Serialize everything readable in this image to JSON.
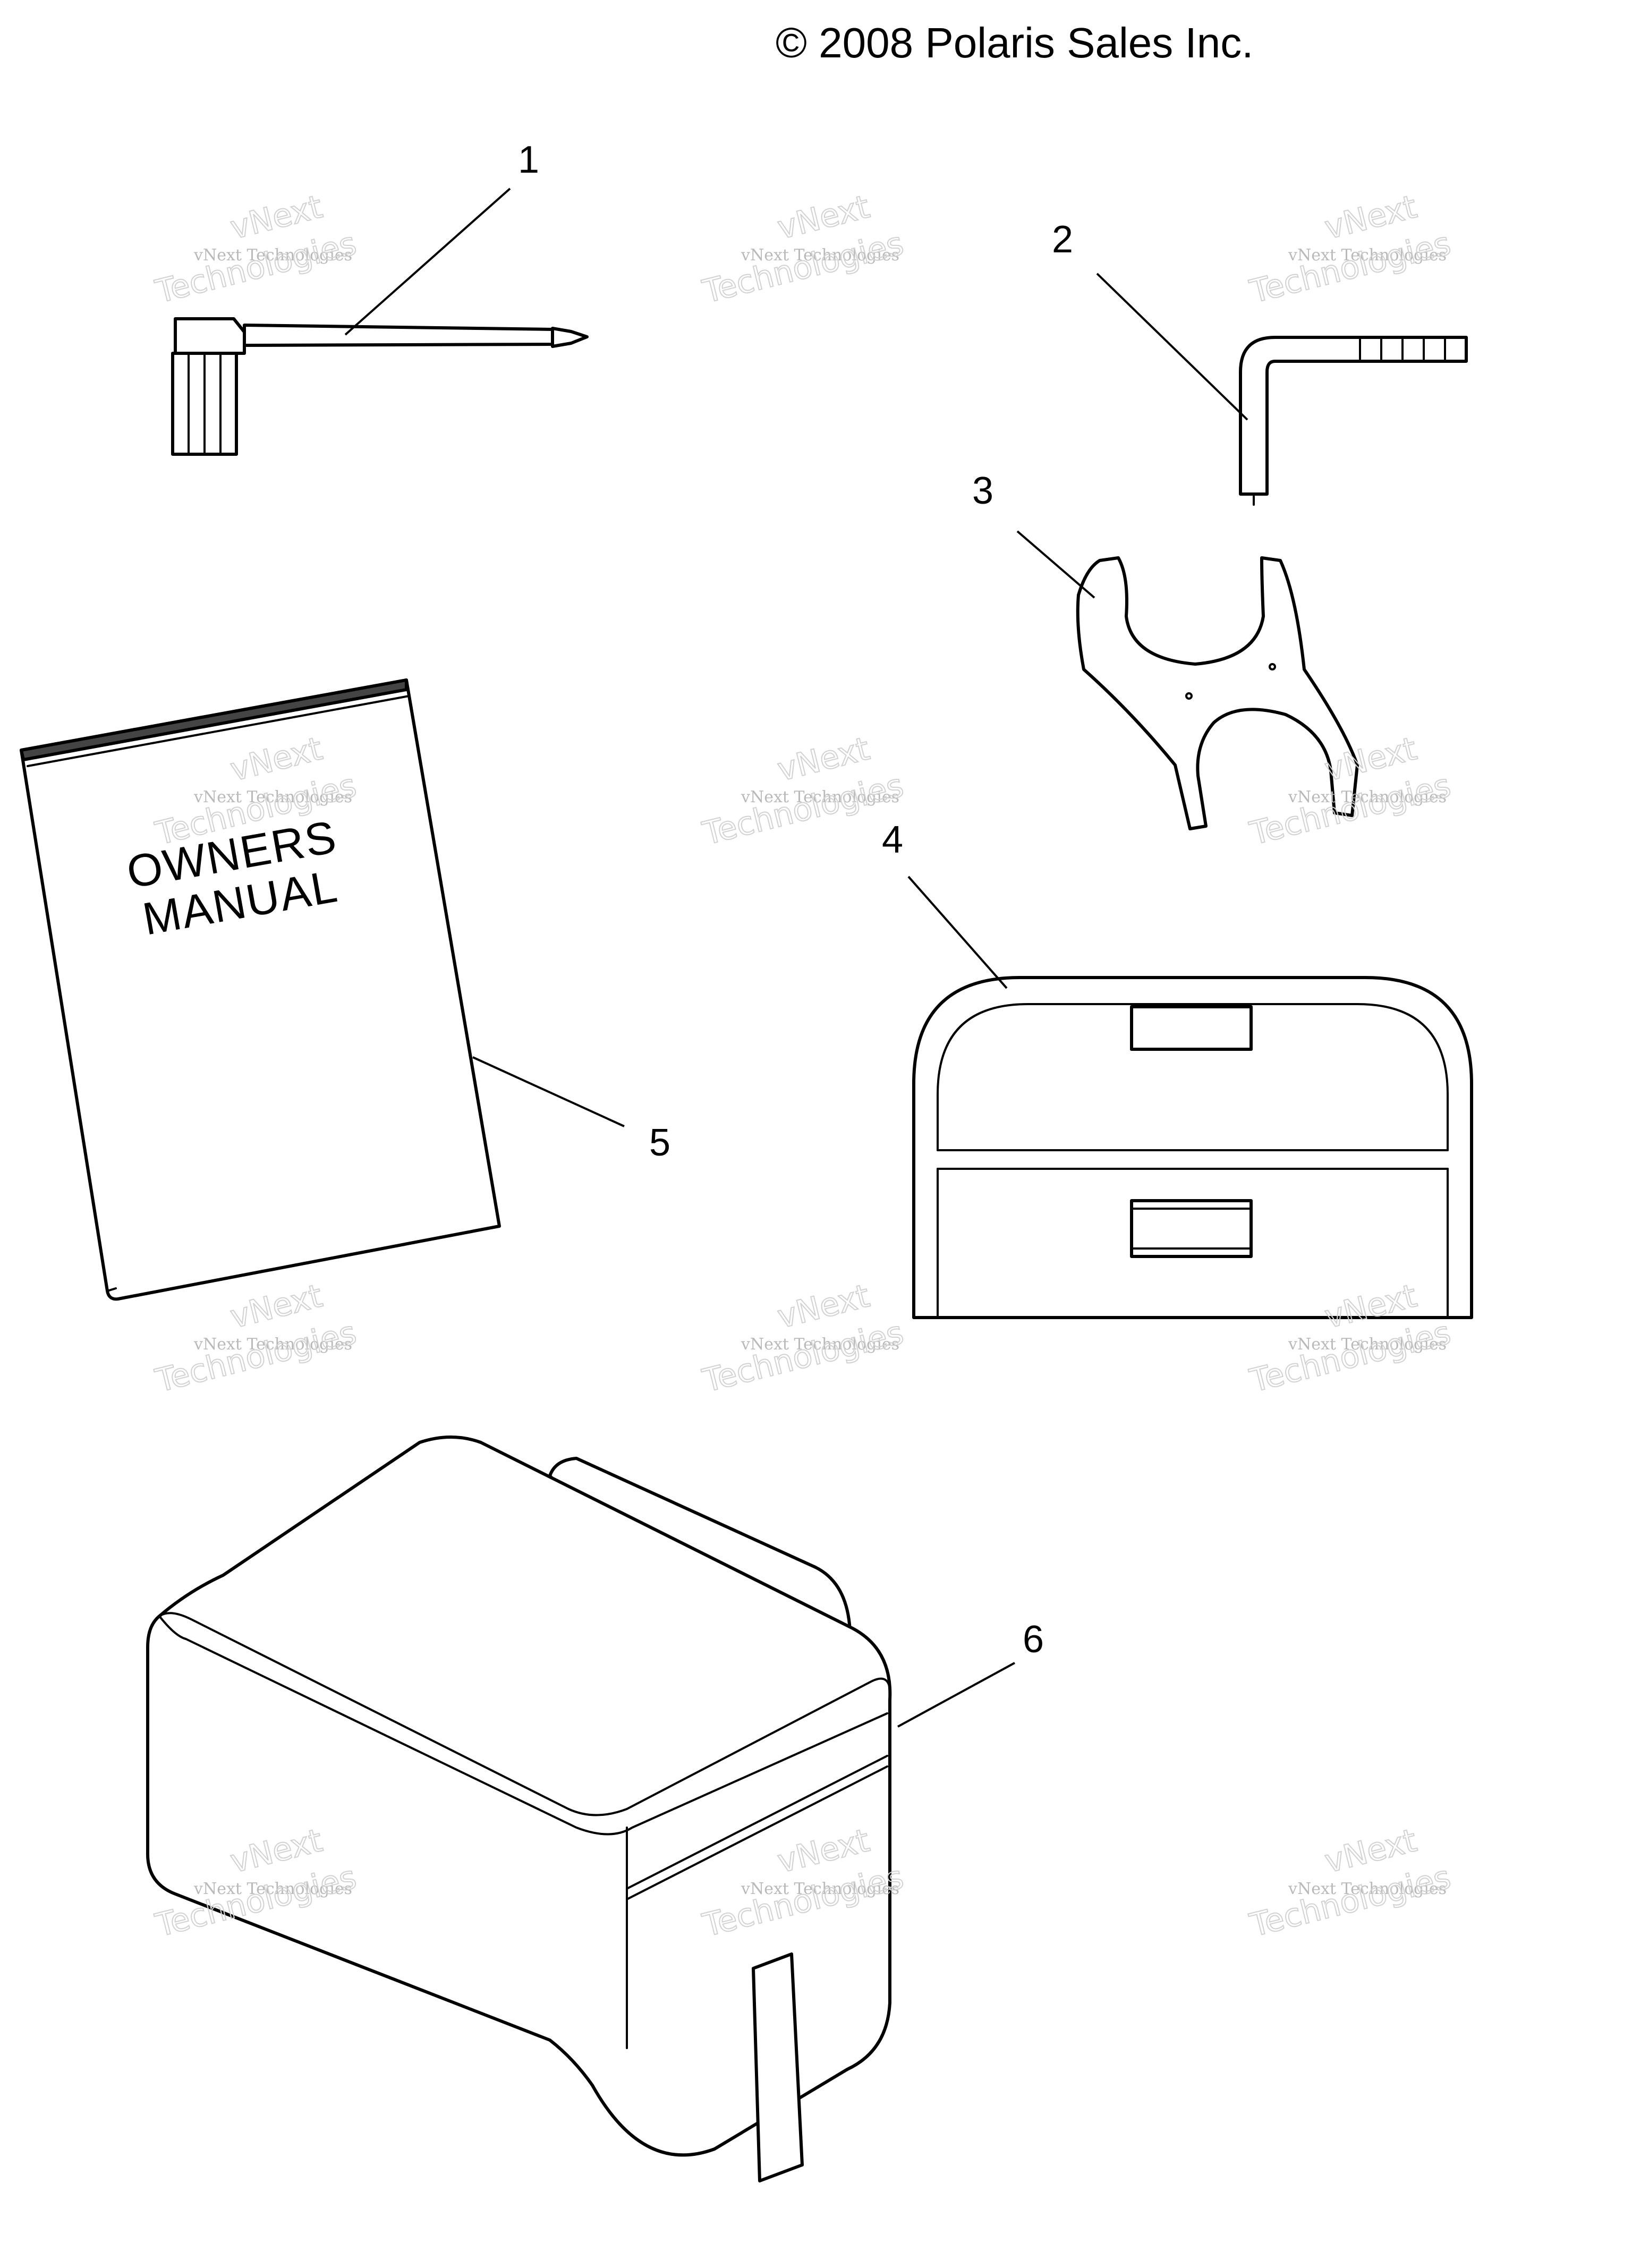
{
  "copyright": "© 2008 Polaris Sales Inc.",
  "callouts": [
    "1",
    "2",
    "3",
    "4",
    "5",
    "6"
  ],
  "manual_cover": {
    "line1": "OWNERS",
    "line2": "MANUAL"
  },
  "watermark": {
    "small": "vNext Technologies",
    "large_top": "vNext",
    "large_bottom": "Technologies"
  },
  "colors": {
    "line": "#000000",
    "watermark": "#b9b9b9"
  }
}
